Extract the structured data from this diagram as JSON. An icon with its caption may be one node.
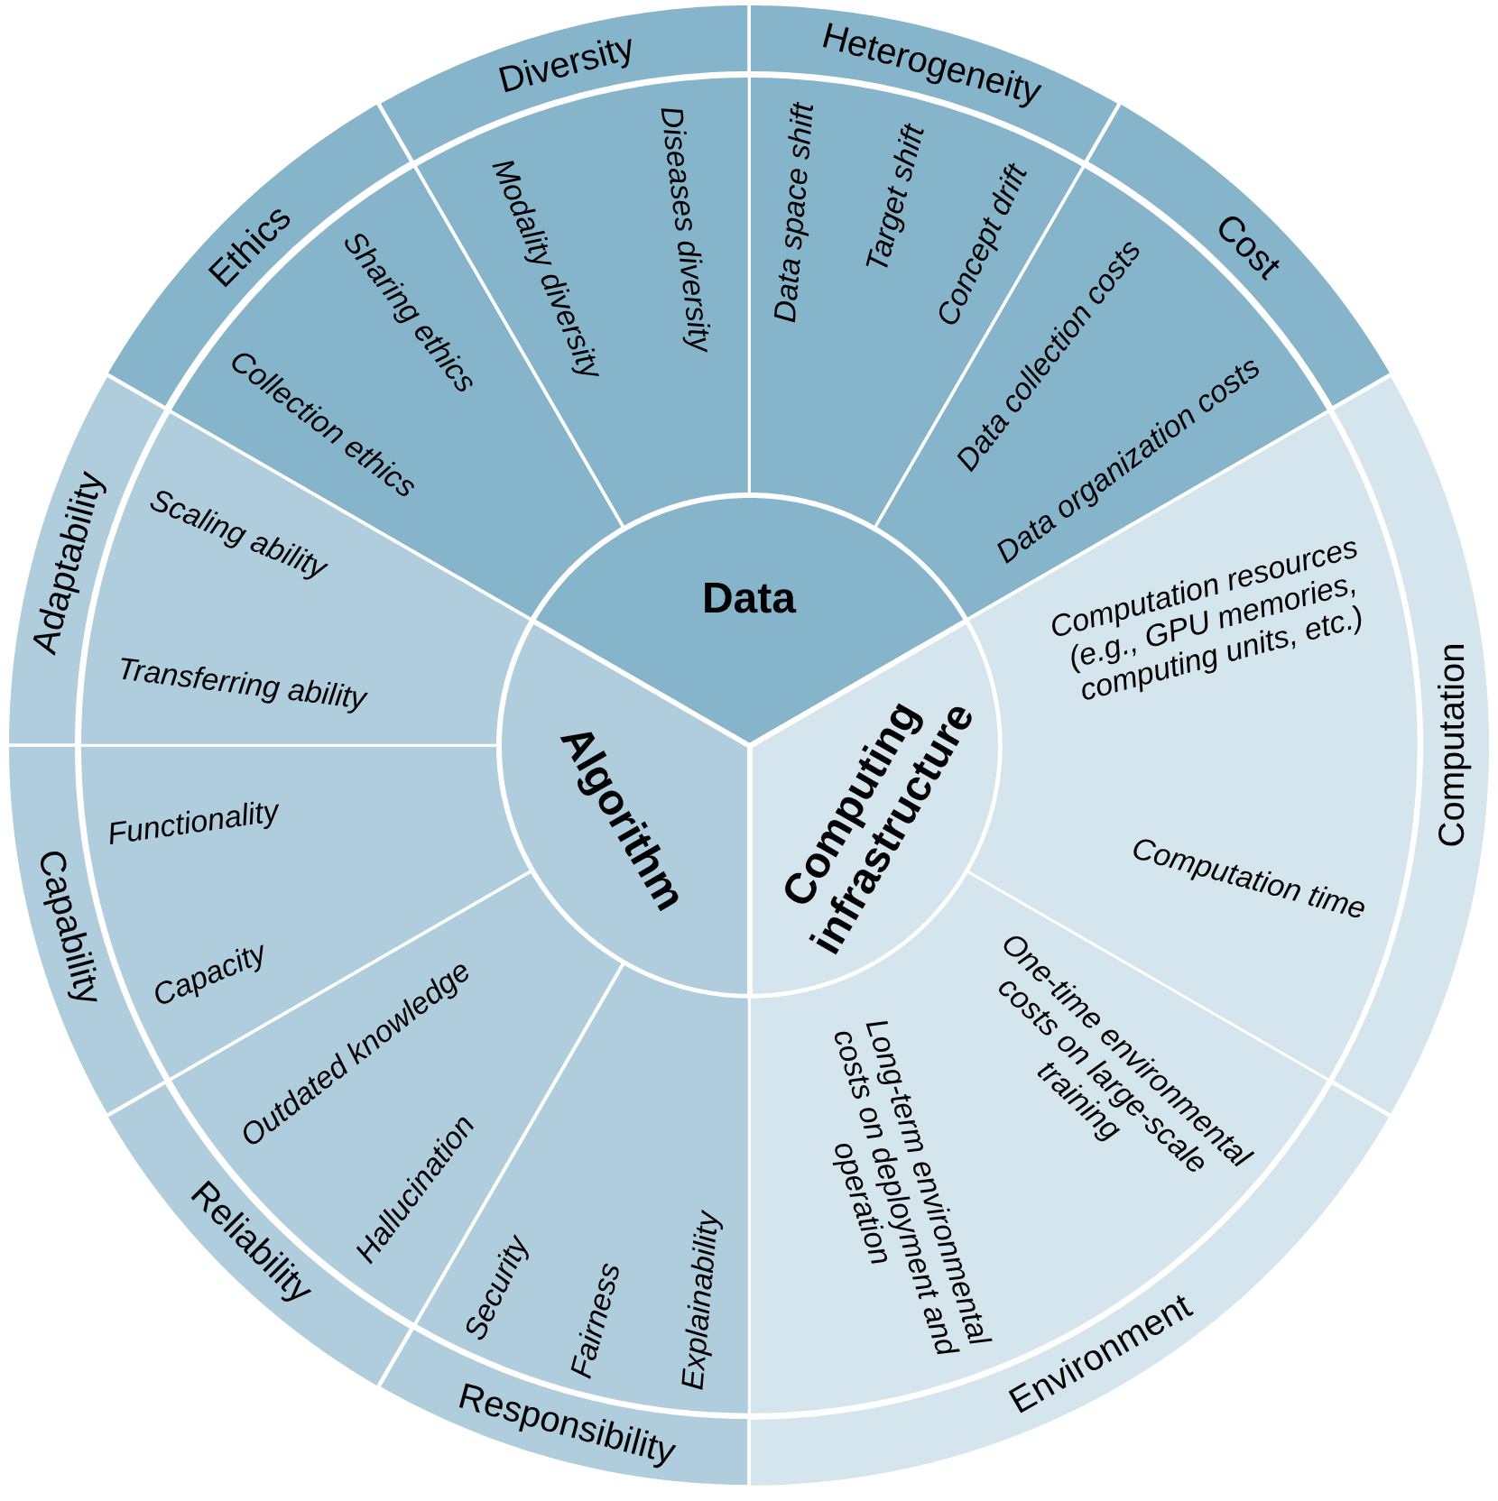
{
  "diagram": {
    "nodes": [
      {
        "text": [
          "Data"
        ]
      },
      {
        "text": [
          "Algorithm"
        ]
      },
      {
        "text": [
          "Computing infrastructure"
        ]
      },
      {
        "text": [
          "Ethics"
        ]
      },
      {
        "text": [
          "Collection ethics",
          "Sharing ethics"
        ]
      },
      {
        "text": [
          "Diversity"
        ]
      },
      {
        "text": [
          "Modality diversity",
          "Diseases diversity"
        ]
      },
      {
        "text": [
          "Heterogeneity"
        ]
      },
      {
        "text": [
          "Data space shift",
          "Target shift",
          "Concept drift"
        ]
      },
      {
        "text": [
          "Cost"
        ]
      },
      {
        "text": [
          "Data collection costs",
          "Data organization costs"
        ]
      },
      {
        "text": [
          "Computation"
        ]
      },
      {
        "text": [
          "Computation resources (e.g., GPU memories, computing units, etc.)",
          "Computation time"
        ]
      },
      {
        "text": [
          "Environment"
        ]
      },
      {
        "text": [
          "One-time environmental costs on large-scale training",
          "Long-term environmental costs on deployment and operation"
        ]
      },
      {
        "text": [
          "Responsibility"
        ]
      },
      {
        "text": [
          "Explainability",
          "Fairness",
          "Security"
        ]
      },
      {
        "text": [
          "Reliability"
        ]
      },
      {
        "text": [
          "Hallucination",
          "Outdated knowledge"
        ]
      },
      {
        "text": [
          "Capability"
        ]
      },
      {
        "text": [
          "Capacity",
          "Functionality"
        ]
      },
      {
        "text": [
          "Adaptability"
        ]
      },
      {
        "text": [
          "Transferring ability",
          "Scaling ability"
        ]
      }
    ]
  }
}
